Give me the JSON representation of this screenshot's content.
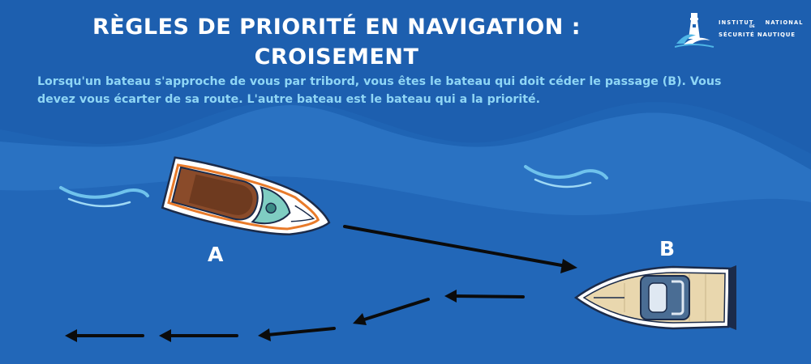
{
  "header": {
    "title_line1": "RÈGLES DE PRIORITÉ EN NAVIGATION :",
    "title_line2": "CROISEMENT"
  },
  "description": "Lorsqu'un bateau s'approche de vous par tribord, vous êtes le bateau qui doit céder le passage (B). Vous devez vous écarter de sa route. L'autre bateau est le bateau qui a la priorité.",
  "logo": {
    "line1_a": "INSTITUT",
    "line1_b": "NATIONAL",
    "line2": "DE",
    "line3": "SÉCURITÉ NAUTIQUE"
  },
  "boats": {
    "a_label": "A",
    "b_label": "B"
  },
  "colors": {
    "sea": "#1f64b4",
    "wave_light": "#2a73c0",
    "text_accent": "#8fd6f5",
    "arrow": "#0b0b0b"
  }
}
